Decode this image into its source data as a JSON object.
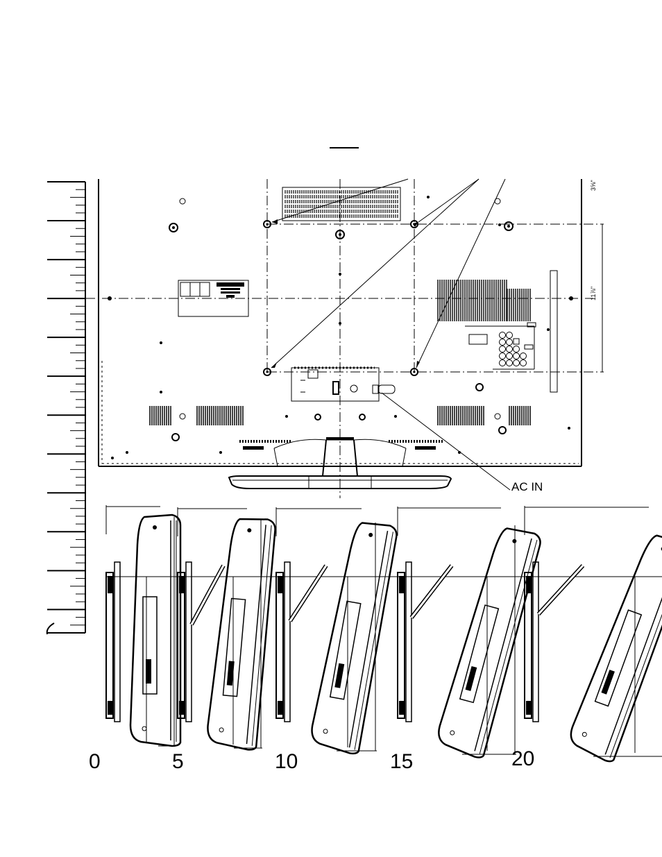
{
  "callouts": {
    "ac_in": "AC IN"
  },
  "tilt_angles": [
    "0",
    "5",
    "10",
    "15",
    "20"
  ]
}
